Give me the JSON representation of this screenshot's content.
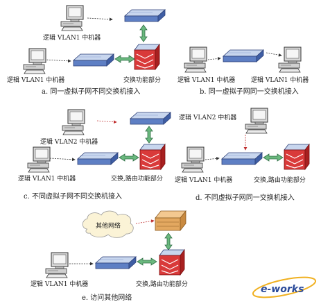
{
  "panel_a": {
    "pc_top_label": "逻辑 VLAN1 中机器",
    "pc_left_label": "逻辑 VLAN1 中机器",
    "router_label": "交换功能部分",
    "caption": "a. 同一虚拟子网不同交换机接入"
  },
  "panel_b": {
    "pc_left_label": "逻辑 VLAN1 中机器",
    "pc_right_label": "逻辑 VLAN1 中机器",
    "caption": "b. 同一虚拟子网同一交换机接入"
  },
  "panel_c": {
    "pc_top_label": "逻辑 VLAN2 中机器",
    "pc_left_label": "逻辑 VLAN1 中机器",
    "router_label": "交换,路由功能部分",
    "caption": "c. 不同虚拟子网不同交换机接入"
  },
  "panel_d": {
    "pc_top_label": "逻辑 VLAN2 中机器",
    "pc_left_label": "逻辑 VLAN1 中机器",
    "router_label": "交换,路由功能部分",
    "caption": "d. 不同虚拟子网同一交换机接入"
  },
  "panel_e": {
    "cloud_label": "其他网络",
    "pc_label": "逻辑 VLAN1 中机器",
    "router_label": "交换,路由功能部分",
    "caption": "e. 访问其他网络"
  },
  "logo": {
    "text": "e-works"
  },
  "colors": {
    "switch_top": "#c8d6ee",
    "switch_front": "#5e7fc4",
    "router_red": "#d93a3a",
    "arrow_green": "#6ab87e",
    "cloud_fill": "#fbf3d6",
    "firewall": "#e3a860"
  }
}
